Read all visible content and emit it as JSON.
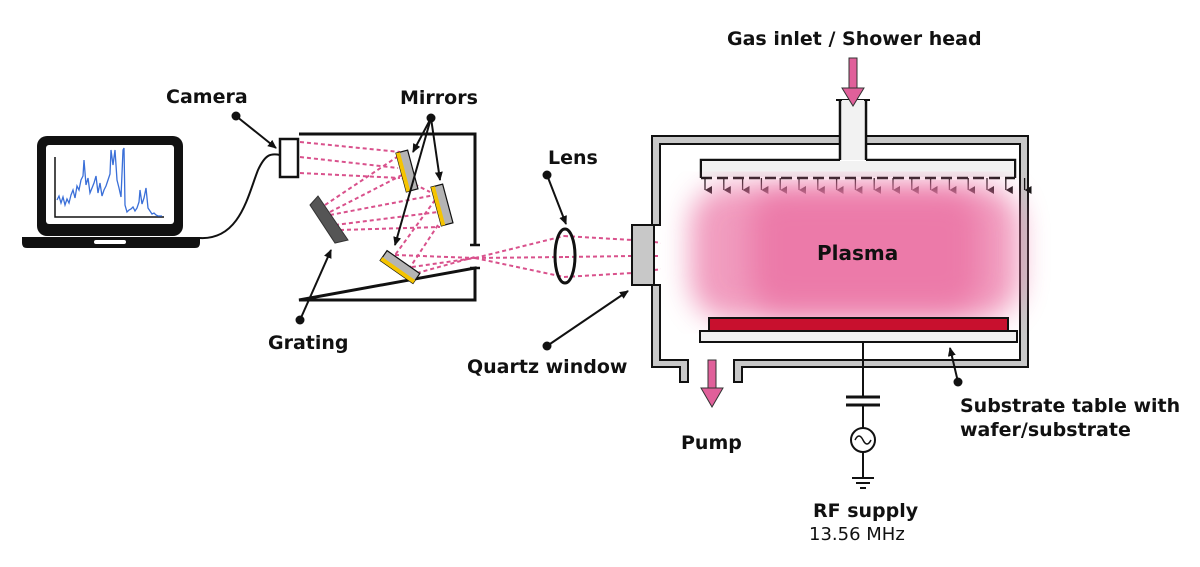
{
  "diagram": {
    "title": "Optical emission spectroscopy setup on a plasma chamber",
    "colors": {
      "plasma": "#ec7aa9",
      "beam": "#d9518c",
      "flow_arrow": "#e0609a",
      "wafer": "#c8102e",
      "mirror_coating": "#f5c400",
      "mirror_body": "#b4b4b4",
      "grating": "#555555",
      "chamber_wall": "#c8c8c8",
      "spectrum": "#3a6fd8"
    },
    "labels": {
      "camera": "Camera",
      "mirrors": "Mirrors",
      "grating": "Grating",
      "lens": "Lens",
      "quartz_window": "Quartz window",
      "gas_inlet": "Gas inlet / Shower head",
      "plasma": "Plasma",
      "pump": "Pump",
      "substrate_line1": "Substrate table with",
      "substrate_line2": "wafer/substrate",
      "rf_supply": "RF supply",
      "rf_frequency": "13.56 MHz"
    },
    "components": [
      {
        "id": "laptop",
        "icon": "laptop-icon",
        "content": "emission spectrum plot"
      },
      {
        "id": "spectrometer",
        "parts": [
          "camera",
          "grating",
          "mirrors x3",
          "entrance slit"
        ]
      },
      {
        "id": "lens",
        "icon": "lens-icon"
      },
      {
        "id": "chamber",
        "parts": [
          "quartz window",
          "shower head",
          "plasma",
          "substrate table",
          "wafer",
          "pump port"
        ]
      },
      {
        "id": "rf-circuit",
        "parts": [
          "capacitor",
          "ac-source",
          "ground"
        ]
      }
    ]
  }
}
